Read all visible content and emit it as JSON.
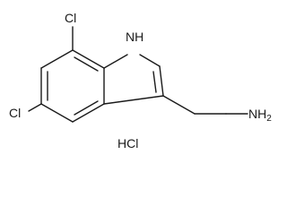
{
  "molecule": {
    "atom_labels": {
      "cl_top": "Cl",
      "nh": "NH",
      "h": "H",
      "cl_left": "Cl",
      "nh2": "NH2",
      "nh2_main": "NH",
      "nh2_sub": "2",
      "salt": "HCl"
    },
    "colors": {
      "bond": "#1a1a1a",
      "text": "#1a1a1a",
      "background": "#ffffff"
    }
  }
}
